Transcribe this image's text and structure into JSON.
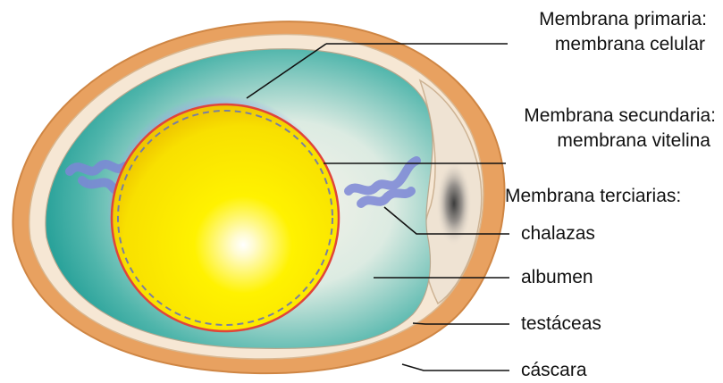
{
  "colors": {
    "shell": "#e6a15f",
    "shell_outline": "#c97d38",
    "membrane_band": "#f5e6d3",
    "albumen_light": "#f3f1e8",
    "albumen_teal": "#2fa8a0",
    "yolk_center": "#fff9c8",
    "yolk_mid": "#fff100",
    "yolk_edge": "#f6d200",
    "vitelline": "#e0453a",
    "chalaza": "#7d86d6",
    "leader_line": "#111111"
  },
  "labels": {
    "primary_title": "Membrana primaria:",
    "primary_sub": "membrana celular",
    "secondary_title": "Membrana secundaria:",
    "secondary_sub": "membrana vitelina",
    "tertiary_title": "Membrana terciarias:",
    "chalazas": "chalazas",
    "albumen": "albumen",
    "testaceas": "testáceas",
    "cascara": "cáscara"
  }
}
